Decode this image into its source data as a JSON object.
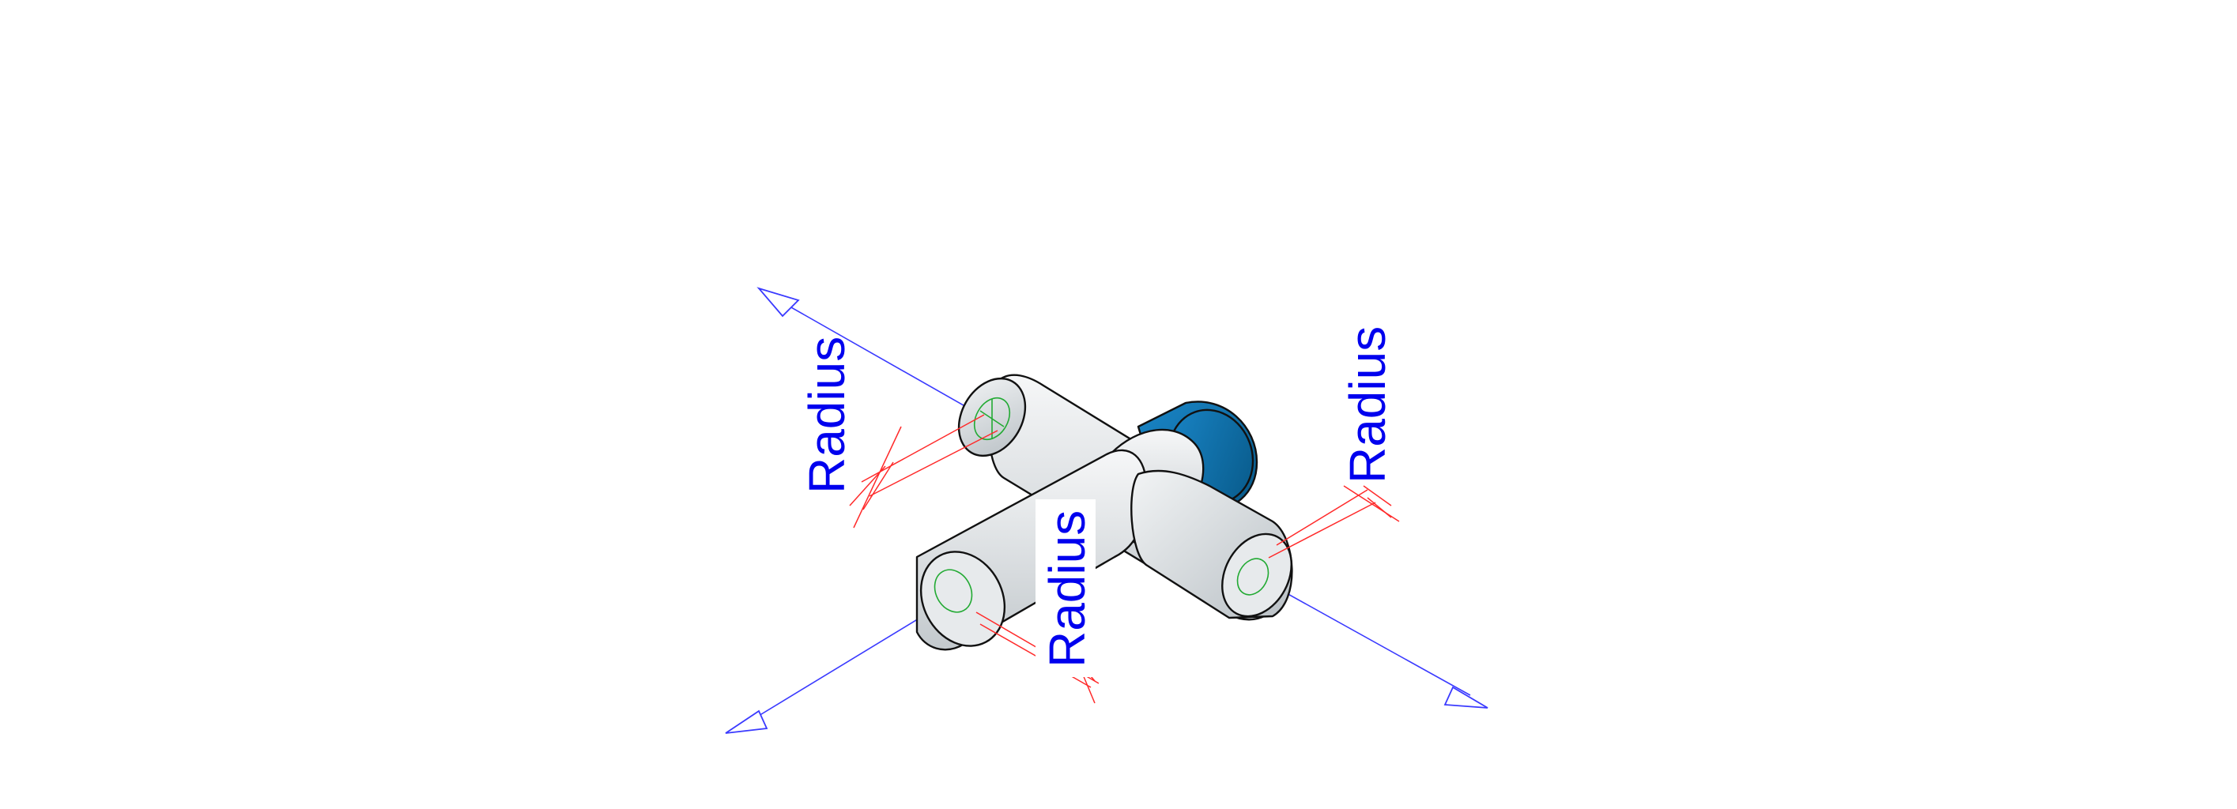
{
  "labels": {
    "radius_left": "Radius",
    "radius_center": "Radius",
    "radius_right": "Radius"
  },
  "colors": {
    "background": "#ffffff",
    "body_fill": "#e8ebed",
    "body_shade": "#c9cfd3",
    "body_edge": "#111111",
    "selected_face": "#0a6ea8",
    "selected_face_shade": "#075887",
    "axis_line": "#3a3aff",
    "dimension_line": "#ff2a2a",
    "circle_marker": "#22aa33",
    "label_text": "#0000ee",
    "label_background": "#ffffff"
  },
  "icons": {
    "arrowhead": "open-triangle-arrowhead-icon",
    "center_marker": "circle-crosshair-icon"
  }
}
